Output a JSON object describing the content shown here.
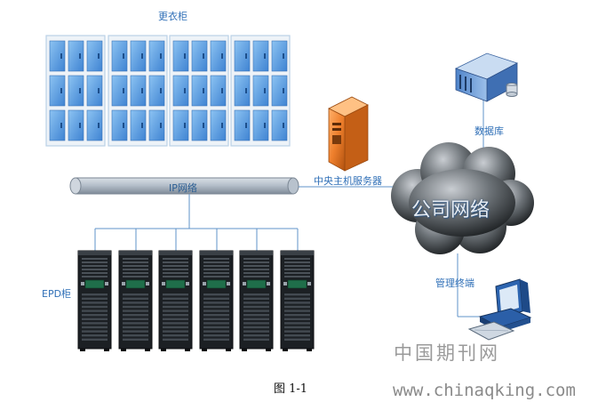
{
  "labels": {
    "lockers": "更衣柜",
    "ip_network": "IP网络",
    "central_server": "中央主机服务器",
    "database": "数据库",
    "company_network": "公司网络",
    "mgmt_terminal": "管理终端",
    "epd_cabinet": "EPD柜"
  },
  "caption": "图 1-1",
  "watermark": {
    "cn": "中国期刊网",
    "url": "www.chinaqking.com"
  },
  "colors": {
    "label_blue": "#2f6fb7",
    "locker_frame": "#b9d0e6",
    "locker_door": "#5a9be0",
    "link_line": "#5f93c9",
    "server_orange": "#e8782a",
    "rack_dark": "#1c2024",
    "rack_green": "#1f6e4a"
  },
  "icons": [
    "locker-icon",
    "server-tower-icon",
    "database-server-icon",
    "cloud-icon",
    "rack-cabinet-icon",
    "workstation-icon"
  ]
}
